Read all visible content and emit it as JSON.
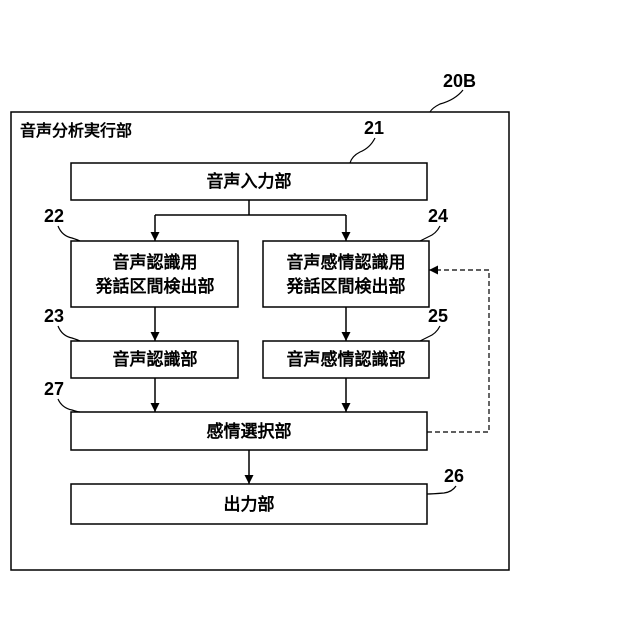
{
  "frame": {
    "title": "音声分析実行部",
    "ref": "20B"
  },
  "blocks": {
    "voice_input": {
      "label": "音声入力部",
      "ref": "21"
    },
    "speech_vad": {
      "line1": "音声認識用",
      "line2": "発話区間検出部",
      "ref": "22"
    },
    "speech_recognition": {
      "label": "音声認識部",
      "ref": "23"
    },
    "emotion_vad": {
      "line1": "音声感情認識用",
      "line2": "発話区間検出部",
      "ref": "24"
    },
    "emotion_recognition": {
      "label": "音声感情認識部",
      "ref": "25"
    },
    "output": {
      "label": "出力部",
      "ref": "26"
    },
    "emotion_selection": {
      "label": "感情選択部",
      "ref": "27"
    }
  }
}
